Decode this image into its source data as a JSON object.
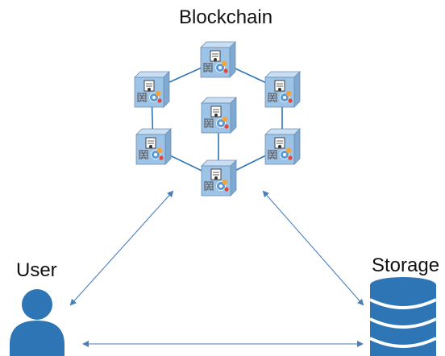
{
  "labels": {
    "blockchain": "Blockchain",
    "user": "User",
    "storage": "Storage"
  },
  "nodes": [
    {
      "id": "top"
    },
    {
      "id": "upper-left"
    },
    {
      "id": "upper-right"
    },
    {
      "id": "center"
    },
    {
      "id": "lower-left"
    },
    {
      "id": "lower-right"
    },
    {
      "id": "bottom"
    }
  ],
  "connections": [
    [
      "top",
      "upper-left"
    ],
    [
      "top",
      "upper-right"
    ],
    [
      "upper-left",
      "lower-left"
    ],
    [
      "upper-right",
      "lower-right"
    ],
    [
      "lower-left",
      "bottom"
    ],
    [
      "lower-right",
      "bottom"
    ],
    [
      "center",
      "bottom"
    ]
  ],
  "arrows": [
    {
      "from": "user",
      "to": "blockchain"
    },
    {
      "from": "blockchain",
      "to": "storage"
    },
    {
      "from": "user",
      "to": "storage"
    }
  ],
  "colors": {
    "cube_front": "#9dc3e6",
    "cube_top": "#c9def1",
    "cube_side": "#7fa9d0",
    "cube_edge": "#6b8fb5",
    "link": "#2e75b6",
    "arrow": "#4a7ebb",
    "user": "#2e75b6",
    "storage": "#2e75b6",
    "storage_stripe": "#ffffff",
    "badge_orange": "#f4a436",
    "badge_blue": "#5b9bd5",
    "badge_red": "#e2453c",
    "badge_gray": "#5a5a5a"
  }
}
